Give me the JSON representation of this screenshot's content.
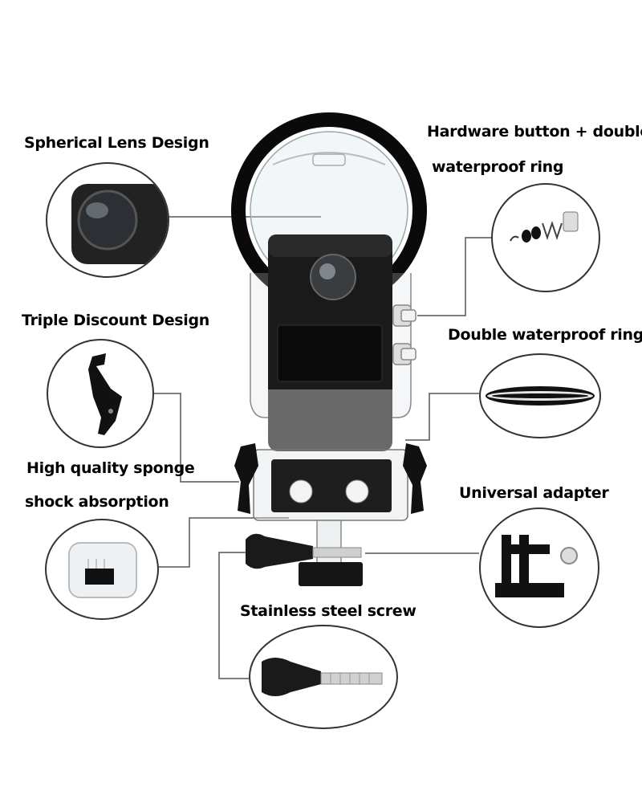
{
  "labels": {
    "spherical_lens": "Spherical Lens Design",
    "hardware_button_1": "Hardware button + double",
    "hardware_button_2": "waterproof ring",
    "triple_discount": "Triple Discount Design",
    "double_ring": "Double waterproof ring",
    "sponge_1": "High quality sponge",
    "sponge_2": "shock absorption",
    "universal_adapter": "Universal adapter",
    "steel_screw": "Stainless steel screw"
  },
  "icons": {
    "lens": "spherical-lens-icon",
    "button": "button-spring-icon",
    "buckle": "buckle-hook-icon",
    "ring": "waterproof-ring-icon",
    "sponge": "sponge-case-icon",
    "adapter": "universal-adapter-icon",
    "screw": "screw-icon"
  },
  "colors": {
    "background": "#ffffff",
    "text": "#000000",
    "leader_line": "#555555",
    "housing_dark": "#111111"
  }
}
